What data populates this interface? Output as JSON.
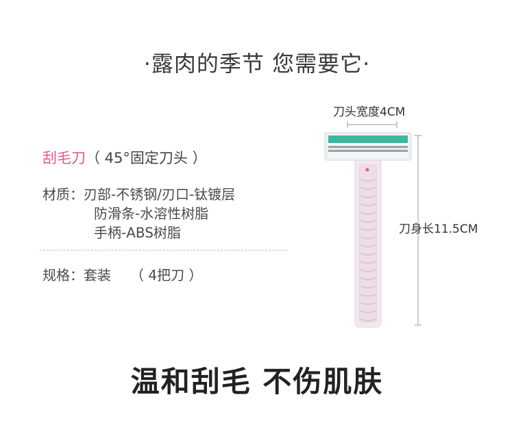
{
  "header": {
    "title": "·露肉的季节 您需要它·"
  },
  "product": {
    "name": "刮毛刀",
    "name_suffix": "（ 45°固定刀头 ）"
  },
  "material": {
    "label": "材质：",
    "line1": "刃部-不锈钢/刃口-钛镀层",
    "line2": "防滑条-水溶性树脂",
    "line3": "手柄-ABS树脂"
  },
  "spec": {
    "label": "规格：",
    "value": "套装",
    "pack": "（ 4把刀 ）"
  },
  "dimensions": {
    "head_width": "刀头宽度4CM",
    "body_length": "刀身长11.5CM"
  },
  "footer": {
    "slogan": "温和刮毛 不伤肌肤"
  },
  "colors": {
    "accent_pink": "#e05a8c",
    "blade_teal": "#3fb7a0",
    "handle": "#f1e4ec"
  }
}
